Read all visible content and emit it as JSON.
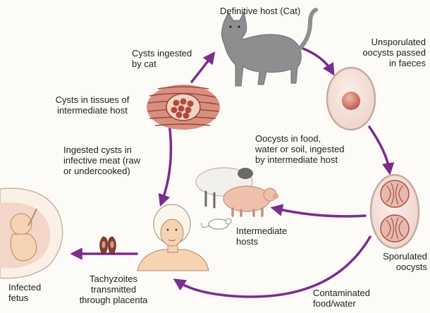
{
  "labels": {
    "definitive_host": "Definitive host (Cat)",
    "unsporulated": "Unsporulated\noocysts passed\nin faeces",
    "cysts_ingested_by_cat": "Cysts ingested\nby cat",
    "cysts_in_tissues": "Cysts in tissues of\nintermediate host",
    "oocysts_ingested": "Oocysts in food,\nwater or soil, ingested\nby intermediate host",
    "ingested_cysts_meat": "Ingested cysts in\ninfective meat (raw\nor undercooked)",
    "intermediate_hosts": "Intermediate\nhosts",
    "sporulated": "Sporulated\noocysts",
    "infected_fetus": "Infected\nfetus",
    "tachyzoites": "Tachyzoites\ntransmitted\nthrough placenta",
    "contaminated": "Contaminated\nfood/water"
  },
  "colors": {
    "arrow": "#7b2d8e",
    "oocyst_outline": "#c9a9a4",
    "oocyst_fill": "#f6e4dd",
    "tissue": "#c26a59",
    "skin": "#f6d3b3"
  }
}
